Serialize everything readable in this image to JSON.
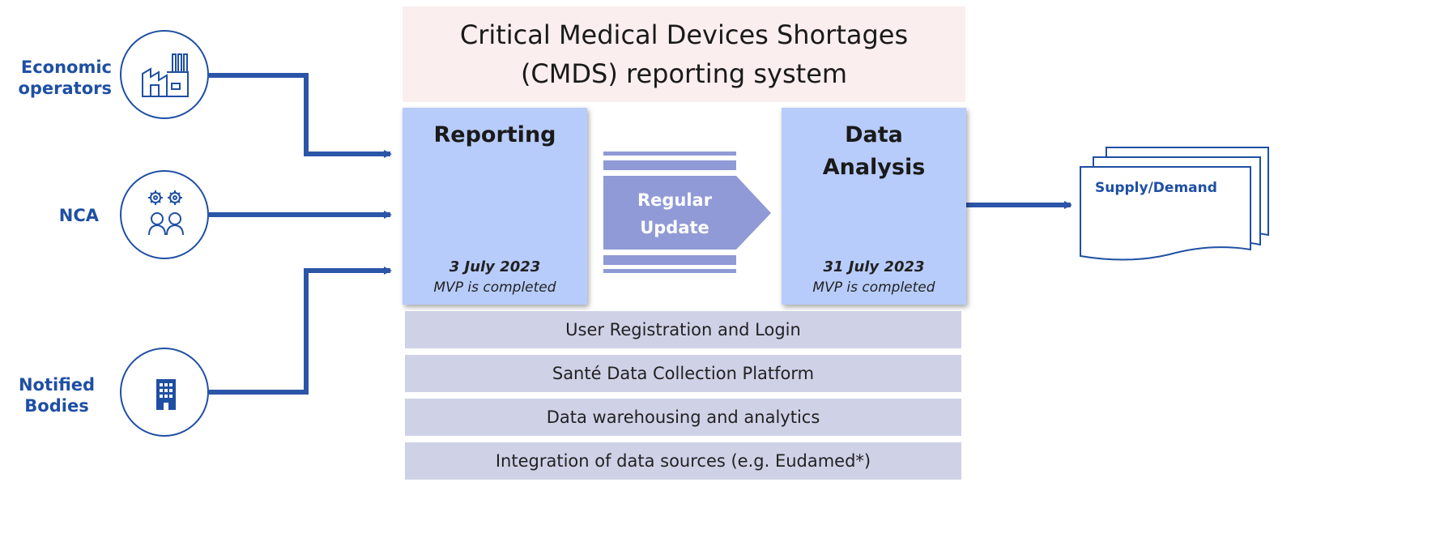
{
  "title": {
    "line1": "Critical Medical Devices Shortages",
    "line2": "(CMDS) reporting system"
  },
  "actors": [
    {
      "line1": "Economic",
      "line2": "operators",
      "icon": "factory-icon"
    },
    {
      "line1": "NCA",
      "icon": "people-gears-icon"
    },
    {
      "line1": "Notified",
      "line2": "Bodies",
      "icon": "office-building-icon"
    }
  ],
  "stages": {
    "reporting": {
      "title": "Reporting",
      "date": "3 July 2023",
      "note": "MVP is completed"
    },
    "analysis": {
      "title_line1": "Data",
      "title_line2": "Analysis",
      "date": "31 July 2023",
      "note": "MVP is completed"
    }
  },
  "update": {
    "line1": "Regular",
    "line2": "Update"
  },
  "output": {
    "label": "Supply/Demand",
    "icon": "stacked-documents-icon"
  },
  "layers": [
    "User Registration and Login",
    "Santé Data Collection Platform",
    "Data warehousing and analytics",
    "Integration of data sources (e.g. Eudamed*)"
  ],
  "colors": {
    "accent": "#1f4fa3",
    "stage_fill": "#b8ccfb",
    "title_fill": "#fbeeee",
    "layer_fill": "#cfd2e7",
    "update_fill": "#8f9ad6"
  }
}
